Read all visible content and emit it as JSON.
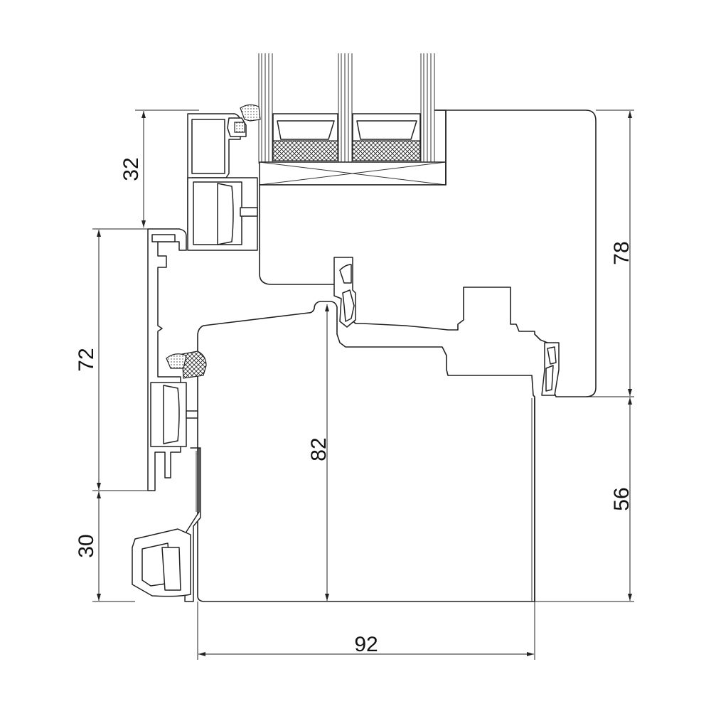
{
  "dimensions": {
    "d32": "32",
    "d72": "72",
    "d30": "30",
    "d82": "82",
    "d78": "78",
    "d56": "56",
    "d92": "92"
  }
}
